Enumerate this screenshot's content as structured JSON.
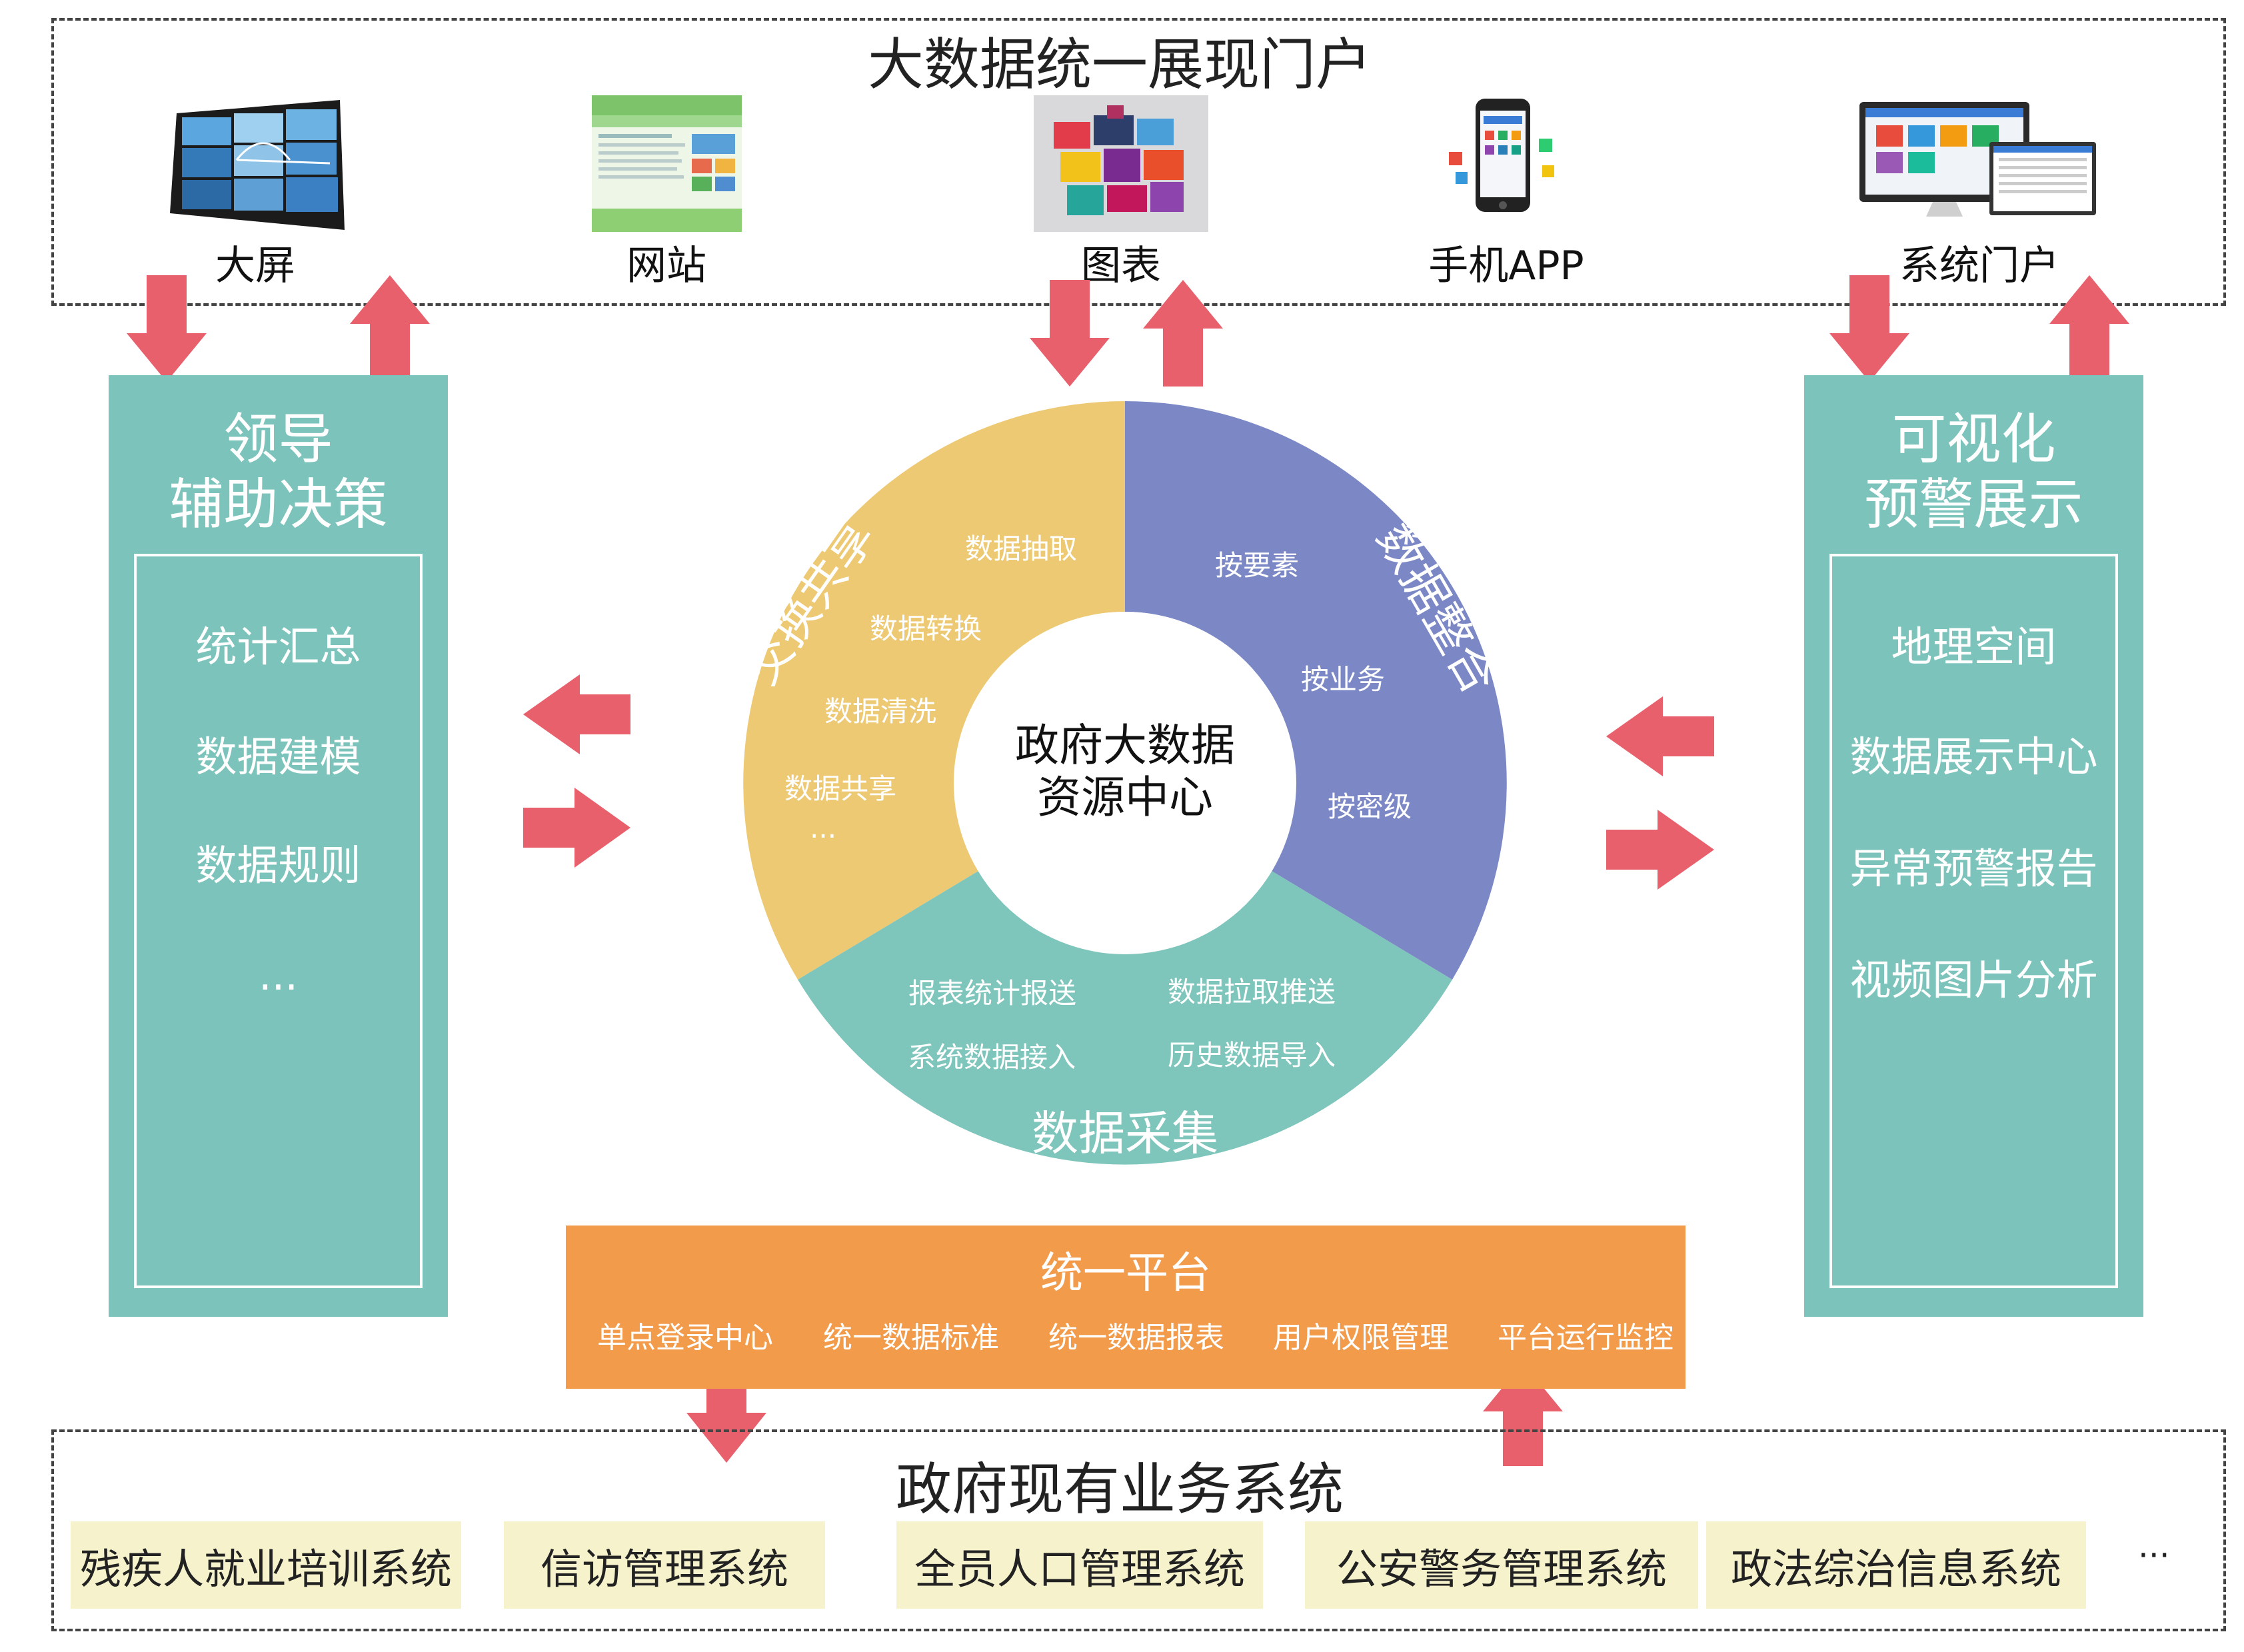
{
  "portal": {
    "title": "大数据统一展现门户",
    "items": [
      {
        "label": "大屏",
        "icon": "video-wall-icon"
      },
      {
        "label": "网站",
        "icon": "website-icon"
      },
      {
        "label": "图表",
        "icon": "chart-cards-icon"
      },
      {
        "label": "手机APP",
        "icon": "mobile-app-icon"
      },
      {
        "label": "系统门户",
        "icon": "desktop-portal-icon"
      }
    ]
  },
  "left_panel": {
    "title_line1": "领导",
    "title_line2": "辅助决策",
    "items": [
      "统计汇总",
      "数据建模",
      "数据规则",
      "···"
    ]
  },
  "right_panel": {
    "title_line1": "可视化",
    "title_line2": "预警展示",
    "items": [
      "地理空间",
      "数据展示中心",
      "异常预警报告",
      "视频图片分析"
    ]
  },
  "center": {
    "title_line1": "政府大数据",
    "title_line2": "资源中心",
    "exchange": {
      "title": "交换共享",
      "items": [
        "数据抽取",
        "数据转换",
        "数据清洗",
        "数据共享",
        "···"
      ],
      "color": "#edc973"
    },
    "integration": {
      "title": "数据整合",
      "items": [
        "按要素",
        "按业务",
        "按密级"
      ],
      "color": "#7b88c5"
    },
    "collection": {
      "title": "数据采集",
      "items": [
        "报表统计报送",
        "数据拉取推送",
        "系统数据接入",
        "历史数据导入"
      ],
      "color": "#7ec5bb"
    }
  },
  "platform": {
    "title": "统一平台",
    "items": [
      "单点登录中心",
      "统一数据标准",
      "统一数据报表",
      "用户权限管理",
      "平台运行监控"
    ],
    "color": "#f29b4b"
  },
  "business": {
    "title": "政府现有业务系统",
    "systems": [
      "残疾人就业培训系统",
      "信访管理系统",
      "全员人口管理系统",
      "公安警务管理系统",
      "政法综治信息系统"
    ],
    "more": "···"
  },
  "colors": {
    "arrow": "#e9606d",
    "teal": "#7cc4bb",
    "yellow_box": "#f6f3cc"
  }
}
